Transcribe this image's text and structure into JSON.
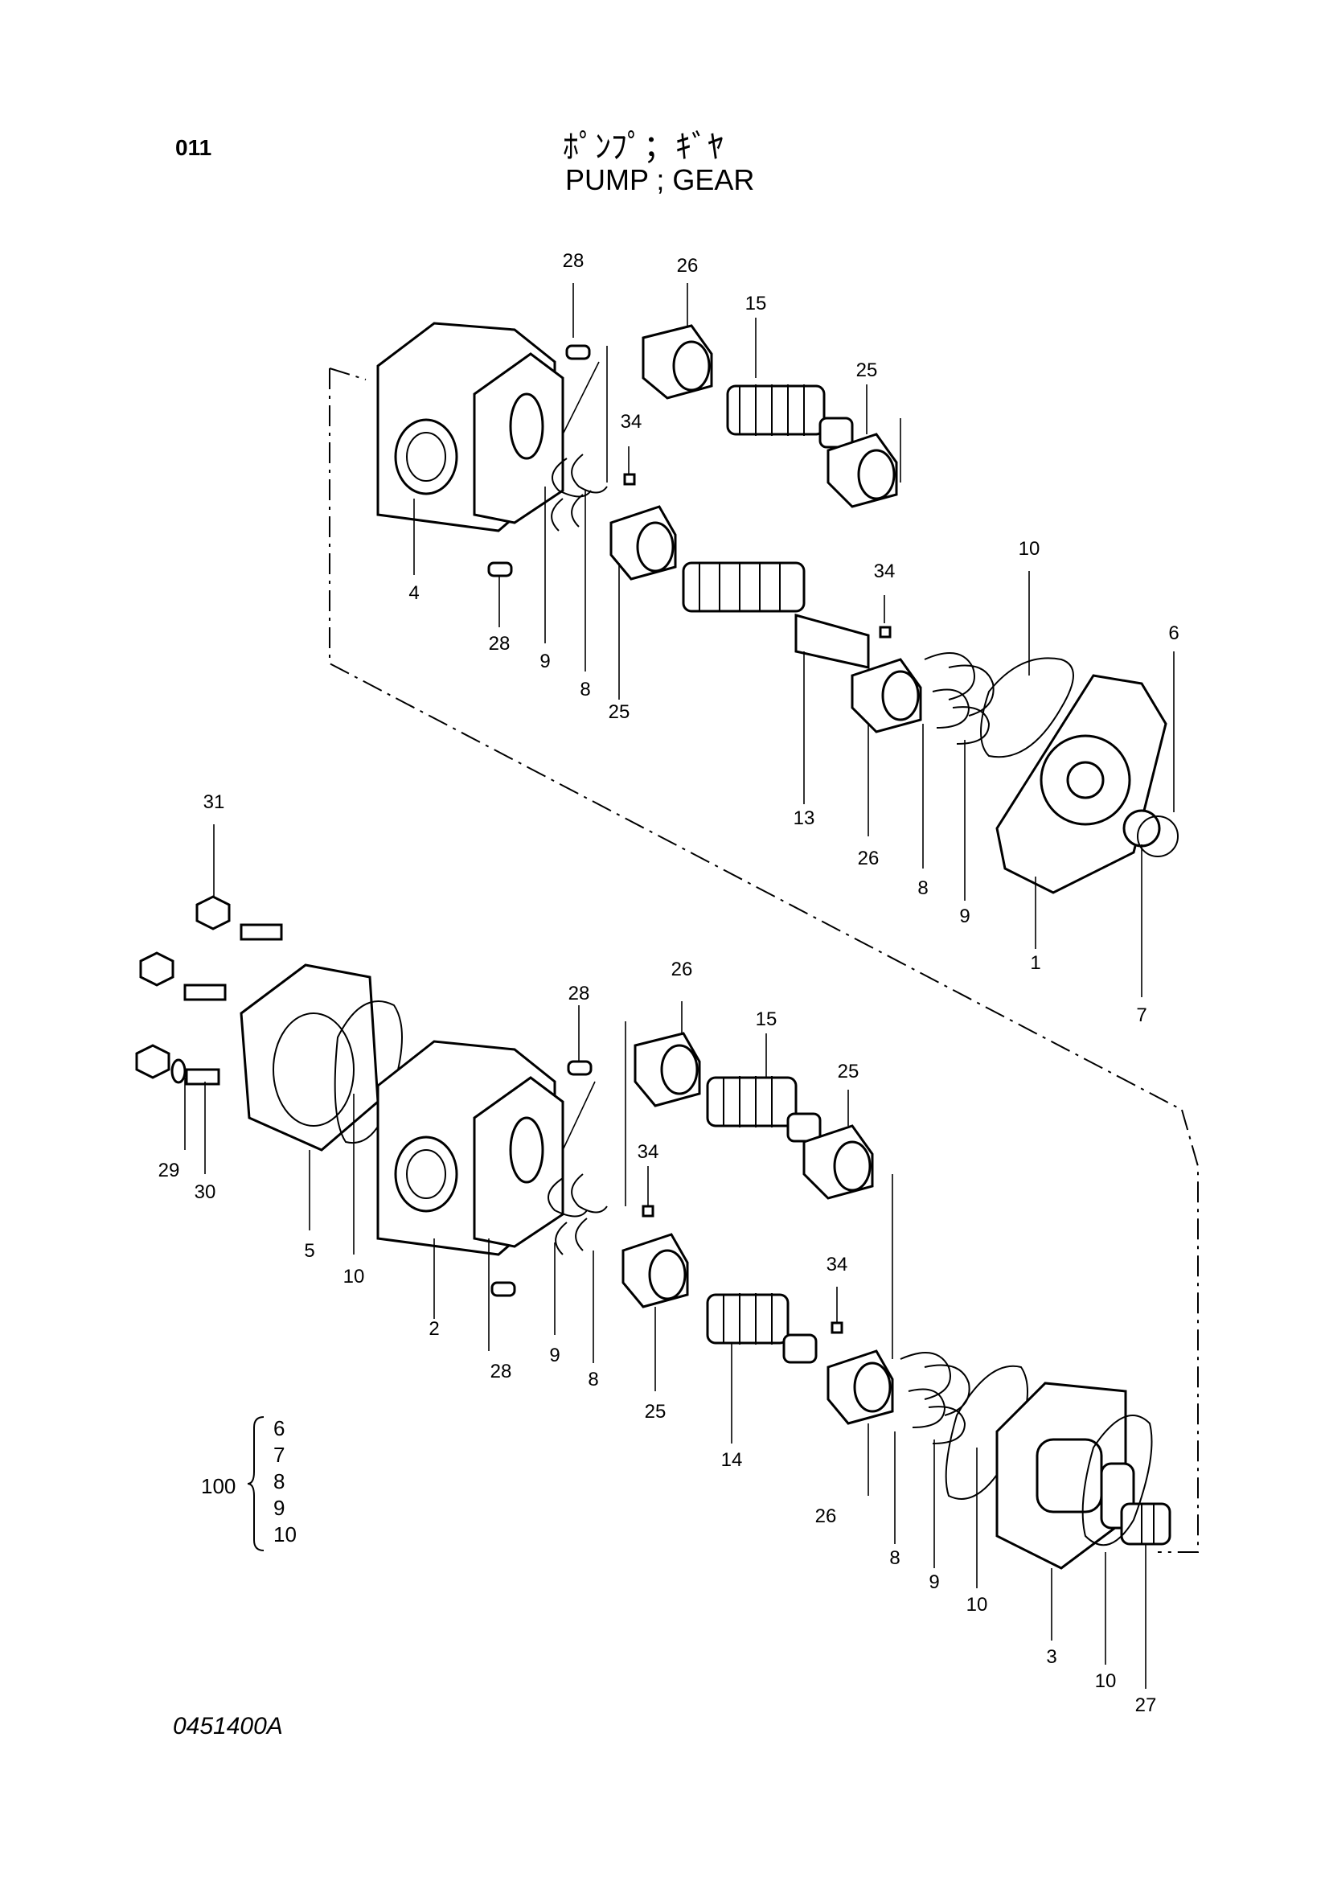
{
  "header": {
    "page_code": "011",
    "title_jp": "ﾎﾟﾝﾌﾟ；ｷﾞﾔ",
    "title_en": "PUMP ; GEAR"
  },
  "footer": {
    "drawing_code": "0451400A"
  },
  "kit": {
    "number": "100",
    "items": [
      "6",
      "7",
      "8",
      "9",
      "10"
    ]
  },
  "callouts": {
    "upper": [
      "28",
      "26",
      "15",
      "25",
      "34",
      "4",
      "28",
      "9",
      "8",
      "25",
      "13",
      "34",
      "10",
      "6",
      "26",
      "8",
      "9",
      "1",
      "7"
    ],
    "lower": [
      "31",
      "29",
      "30",
      "5",
      "10",
      "2",
      "28",
      "28",
      "9",
      "8",
      "26",
      "15",
      "25",
      "34",
      "25",
      "14",
      "34",
      "26",
      "8",
      "9",
      "10",
      "3",
      "10",
      "27"
    ]
  }
}
